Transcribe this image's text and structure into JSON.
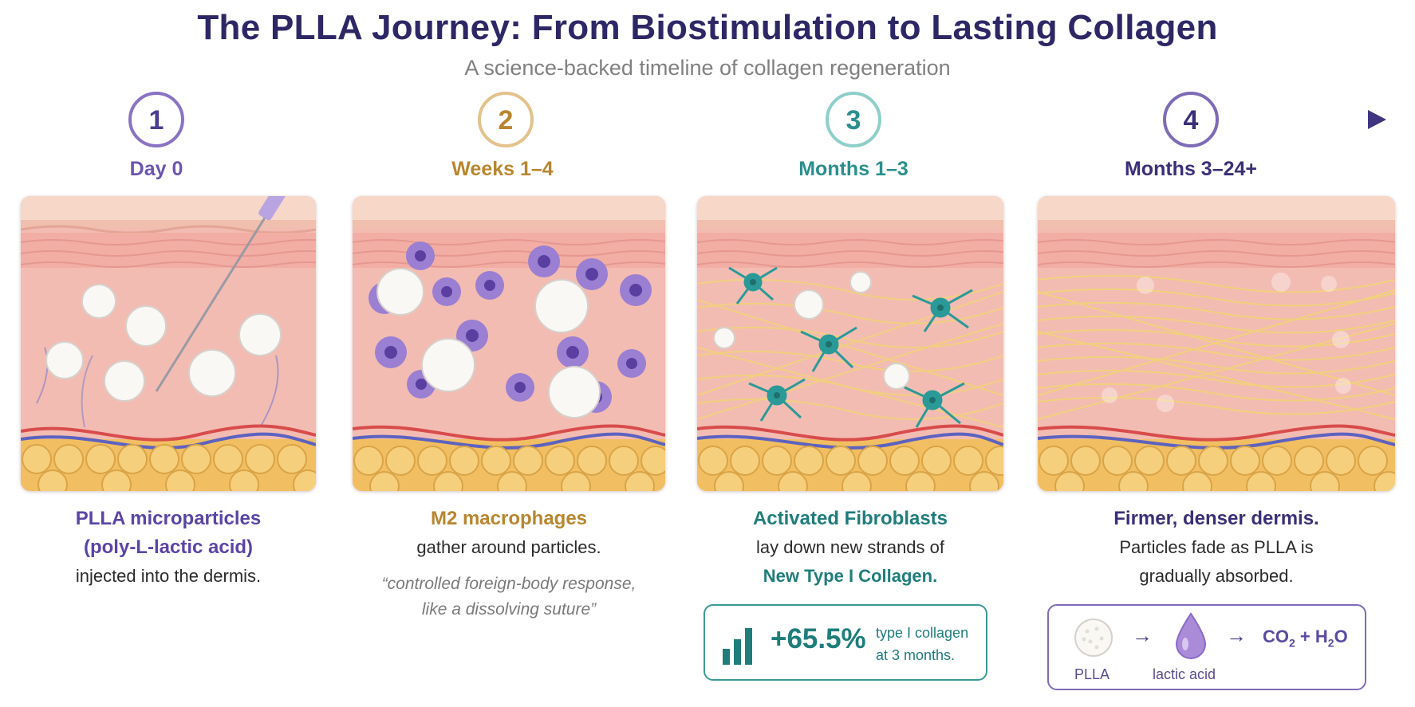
{
  "header": {
    "title": "The PLLA Journey: From Biostimulation to Lasting Collagen",
    "subtitle": "A science-backed timeline of collagen regeneration"
  },
  "colors": {
    "purple": "#7a63b8",
    "gold": "#b8862f",
    "teal": "#2a8f8c",
    "indigo": "#3a2f78",
    "skin": "#f3bcb2",
    "fat": "#f1bf62"
  },
  "steps": [
    {
      "number": "1",
      "label": "Day 0"
    },
    {
      "number": "2",
      "label": "Weeks 1–4"
    },
    {
      "number": "3",
      "label": "Months 1–3"
    },
    {
      "number": "4",
      "label": "Months 3–24+"
    }
  ],
  "captions": {
    "step1": {
      "head_1": "PLLA microparticles",
      "head_2": "(poly-L-lactic acid)",
      "body": "injected into the dermis."
    },
    "step2": {
      "head": "M2 macrophages",
      "body": "gather around particles.",
      "quote_1": "“controlled foreign-body response,",
      "quote_2": "like a dissolving suture”"
    },
    "step3": {
      "head": "Activated Fibroblasts",
      "body": "lay down new strands of",
      "strong": "New Type I Collagen."
    },
    "step4": {
      "head": "Firmer, denser dermis.",
      "body_1": "Particles fade as PLLA is",
      "body_2": "gradually absorbed."
    }
  },
  "stat": {
    "value": "+65.5%",
    "note_1": "type I collagen",
    "note_2": "at 3 months.",
    "icon": "bar-chart-icon"
  },
  "breakdown": {
    "from_label": "PLLA",
    "mid_label": "lactic acid",
    "arrow": "→",
    "co2_base": "CO",
    "co2_sub": "2",
    "plus": " + ",
    "h2o_h": "H",
    "h2o_sub": "2",
    "h2o_o": "O"
  }
}
